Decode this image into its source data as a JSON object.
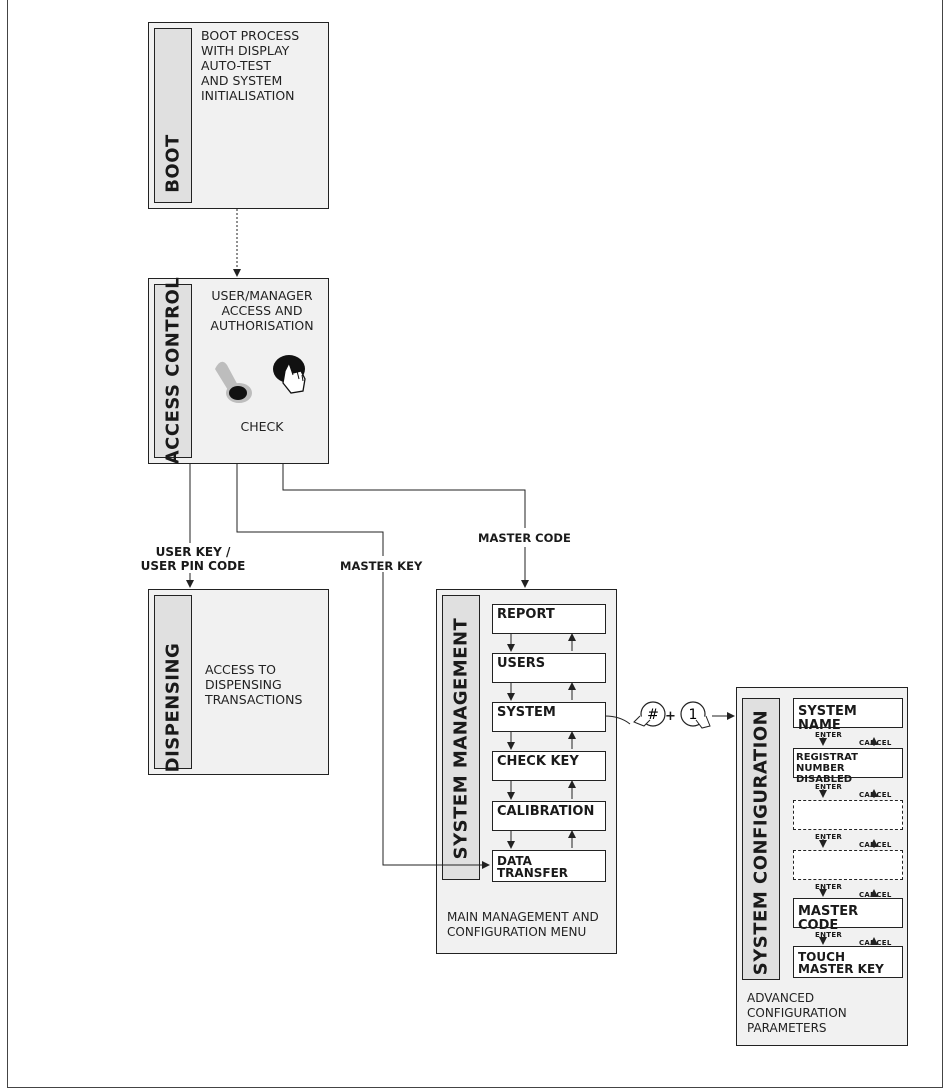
{
  "boot": {
    "title": "BOOT",
    "description": "BOOT PROCESS\nWITH DISPLAY\nAUTO-TEST\nAND SYSTEM\nINITIALISATION"
  },
  "access": {
    "title": "ACCESS CONTROL",
    "description": "USER/MANAGER\nACCESS AND\nAUTHORISATION",
    "check": "CHECK"
  },
  "dispensing": {
    "title": "DISPENSING",
    "description": "ACCESS TO\nDISPENSING\nTRANSACTIONS"
  },
  "management": {
    "title": "SYSTEM MANAGEMENT",
    "items": [
      "REPORT",
      "USERS",
      "SYSTEM",
      "CHECK KEY",
      "CALIBRATION",
      "DATA\nTRANSFER"
    ],
    "description": "MAIN MANAGEMENT AND\nCONFIGURATION MENU"
  },
  "configuration": {
    "title": "SYSTEM CONFIGURATION",
    "items": [
      "SYSTEM NAME",
      "REGISTRAT NUMBER\nDISABLED",
      "",
      "",
      "MASTER CODE",
      "TOUCH\nMASTER KEY"
    ],
    "enter": "ENTER",
    "cancel": "CANCEL",
    "description": "ADVANCED\nCONFIGURATION\nPARAMETERS"
  },
  "labels": {
    "user_key": "USER KEY /\nUSER PIN CODE",
    "master_key": "MASTER KEY",
    "master_code": "MASTER CODE",
    "plus": "+",
    "hash_symbol": "#",
    "one_symbol": "1"
  }
}
